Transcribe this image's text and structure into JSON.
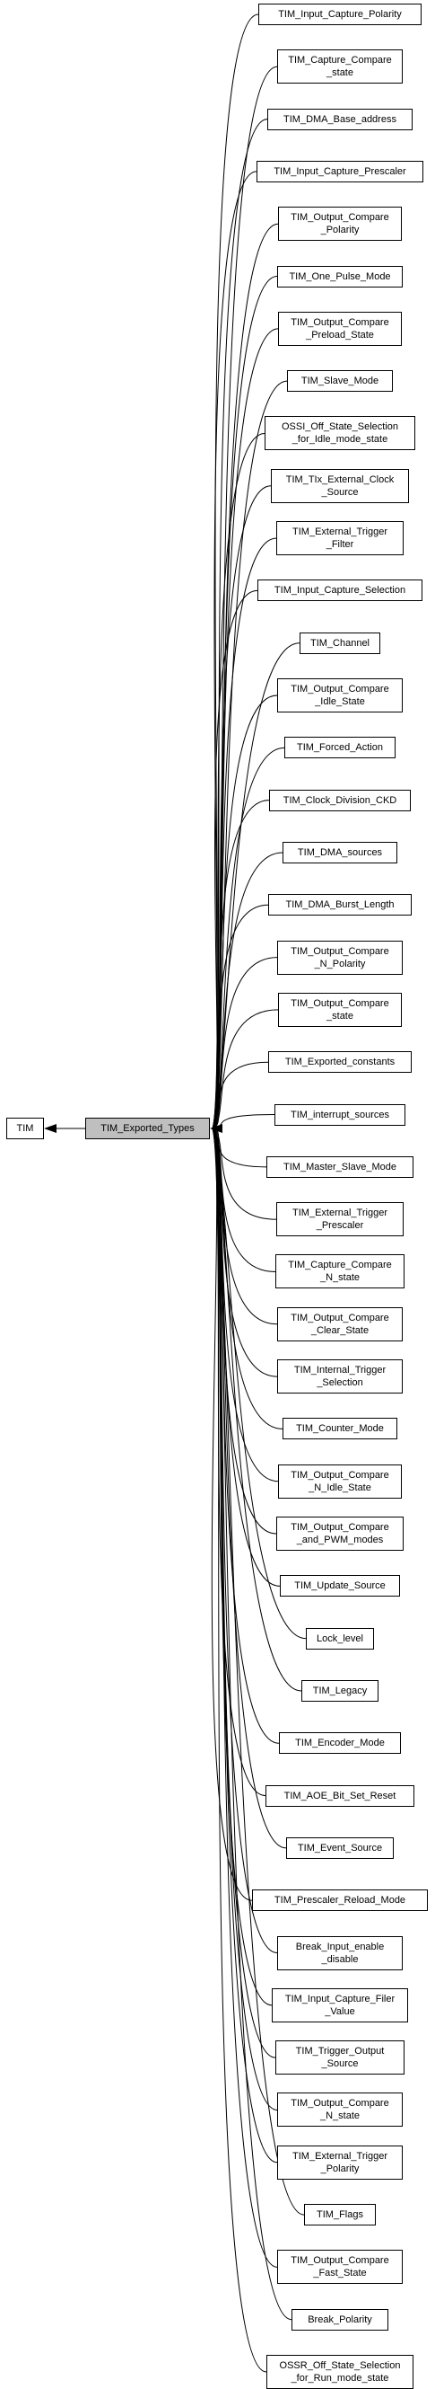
{
  "colors": {
    "line": "#000000",
    "node_fill": "#ffffff",
    "center_fill": "#bfbfbf",
    "text": "#000000"
  },
  "parent": "TIM",
  "center": "TIM_Exported_Types",
  "children": [
    "TIM_Input_Capture_Polarity",
    "TIM_Capture_Compare\n_state",
    "TIM_DMA_Base_address",
    "TIM_Input_Capture_Prescaler",
    "TIM_Output_Compare\n_Polarity",
    "TIM_One_Pulse_Mode",
    "TIM_Output_Compare\n_Preload_State",
    "TIM_Slave_Mode",
    "OSSI_Off_State_Selection\n_for_Idle_mode_state",
    "TIM_TIx_External_Clock\n_Source",
    "TIM_External_Trigger\n_Filter",
    "TIM_Input_Capture_Selection",
    "TIM_Channel",
    "TIM_Output_Compare\n_Idle_State",
    "TIM_Forced_Action",
    "TIM_Clock_Division_CKD",
    "TIM_DMA_sources",
    "TIM_DMA_Burst_Length",
    "TIM_Output_Compare\n_N_Polarity",
    "TIM_Output_Compare\n_state",
    "TIM_Exported_constants",
    "TIM_interrupt_sources",
    "TIM_Master_Slave_Mode",
    "TIM_External_Trigger\n_Prescaler",
    "TIM_Capture_Compare\n_N_state",
    "TIM_Output_Compare\n_Clear_State",
    "TIM_Internal_Trigger\n_Selection",
    "TIM_Counter_Mode",
    "TIM_Output_Compare\n_N_Idle_State",
    "TIM_Output_Compare\n_and_PWM_modes",
    "TIM_Update_Source",
    "Lock_level",
    "TIM_Legacy",
    "TIM_Encoder_Mode",
    "TIM_AOE_Bit_Set_Reset",
    "TIM_Event_Source",
    "TIM_Prescaler_Reload_Mode",
    "Break_Input_enable\n_disable",
    "TIM_Input_Capture_Filer\n_Value",
    "TIM_Trigger_Output\n_Source",
    "TIM_Output_Compare\n_N_state",
    "TIM_External_Trigger\n_Polarity",
    "TIM_Flags",
    "TIM_Output_Compare\n_Fast_State",
    "Break_Polarity",
    "OSSR_Off_State_Selection\n_for_Run_mode_state"
  ]
}
